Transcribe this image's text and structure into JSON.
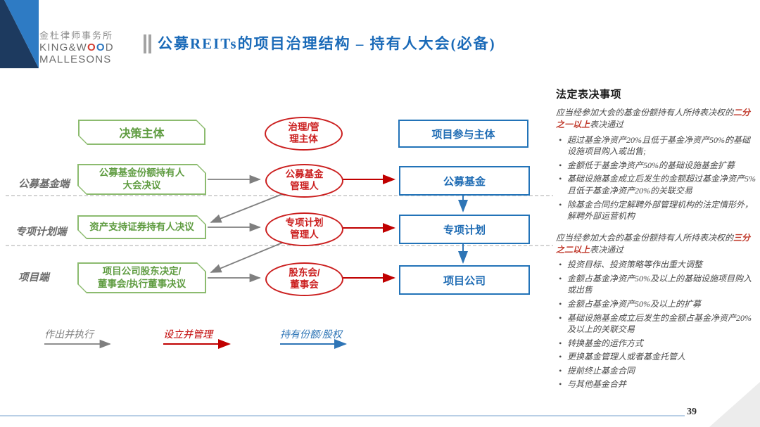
{
  "logo": {
    "cn": "金杜律师事务所",
    "en_line1_pre": "KING&W",
    "en_o1": "O",
    "en_o2": "O",
    "en_line1_post": "D",
    "en_line2": "MALLESONS"
  },
  "header": {
    "title": "公募REITs的项目治理结构 – 持有人大会(必备)"
  },
  "diagram": {
    "col_decision": "决策主体",
    "col_governance": "治理/管\n理主体",
    "col_participant": "项目参与主体",
    "rows": [
      {
        "label": "公募基金端",
        "decision": "公募基金份额持有人\n大会决议",
        "governance": "公募基金\n管理人",
        "participant": "公募基金"
      },
      {
        "label": "专项计划端",
        "decision": "资产支持证券持有人决议",
        "governance": "专项计划\n管理人",
        "participant": "专项计划"
      },
      {
        "label": "项目端",
        "decision": "项目公司股东决定/\n董事会/执行董事决议",
        "governance": "股东会/\n董事会",
        "participant": "项目公司"
      }
    ],
    "legend": [
      {
        "label": "作出并执行",
        "color": "#7f7f7f"
      },
      {
        "label": "设立并管理",
        "color": "#c00000"
      },
      {
        "label": "持有份额/股权",
        "color": "#2e75b6"
      }
    ]
  },
  "panel": {
    "title": "法定表决事项",
    "sections": [
      {
        "intro_pre": "应当经参加大会的基金份额持有人所持表决权的",
        "intro_highlight": "二分之一以上",
        "intro_post": "表决通过",
        "bullets": [
          "超过基金净资产20%且低于基金净资产50%的基础设施项目购入或出售;",
          "金额低于基金净资产50%的基础设施基金扩募",
          "基础设施基金成立后发生的金额超过基金净资产5% 且低于基金净资产20%的关联交易",
          "除基金合同约定解聘外部管理机构的法定情形外，解聘外部运营机构"
        ]
      },
      {
        "intro_pre": "应当经参加大会的基金份额持有人所持表决权的",
        "intro_highlight": "三分之二以上",
        "intro_post": "表决通过",
        "bullets": [
          "投资目标、投资策略等作出重大调整",
          "金额占基金净资产50%及以上的基础设施项目购入或出售",
          "金额占基金净资产50%及以上的扩募",
          "基础设施基金成立后发生的金额占基金净资产20% 及以上的关联交易",
          "转换基金的运作方式",
          "更换基金管理人或者基金托管人",
          "提前终止基金合同",
          "与其他基金合并"
        ]
      }
    ]
  },
  "footer": {
    "page_number": "39"
  },
  "colors": {
    "navy": "#1d3a5f",
    "light_blue": "#2e7bc4",
    "title_blue": "#1a6ab8",
    "green": "#5f9c41",
    "red": "#cb1f1f",
    "blue": "#2273b8",
    "gray_arrow": "#7f7f7f",
    "red_arrow": "#c00000",
    "blue_arrow": "#2e75b6"
  }
}
